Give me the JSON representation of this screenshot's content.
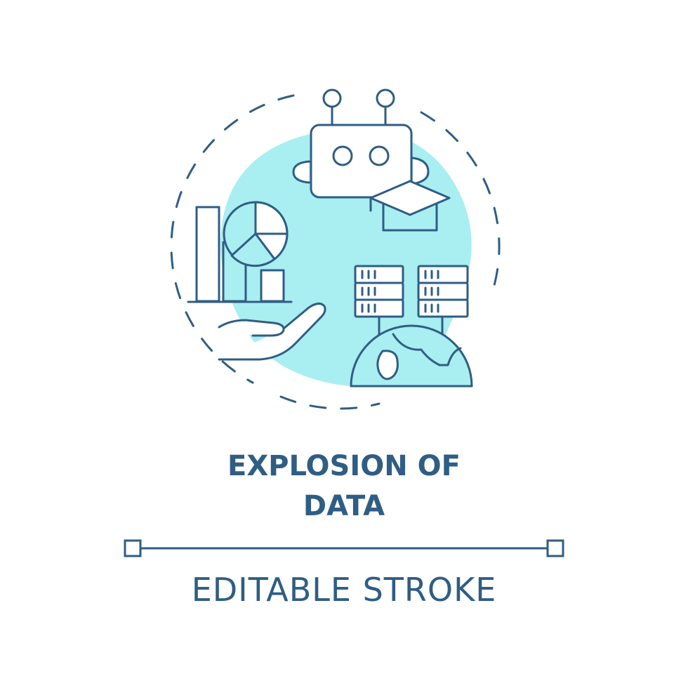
{
  "colors": {
    "stroke": "#2f5d84",
    "fill": "#a9eef0",
    "background": "#ffffff"
  },
  "icons": [
    "robot-icon",
    "graduation-cap-icon",
    "bar-chart-icon",
    "pie-chart-icon",
    "open-hand-icon",
    "server-rack-icon",
    "globe-icon",
    "dashed-circle"
  ],
  "title": {
    "line1": "EXPLOSION OF",
    "line2": "DATA"
  },
  "caption": "EDITABLE STROKE"
}
